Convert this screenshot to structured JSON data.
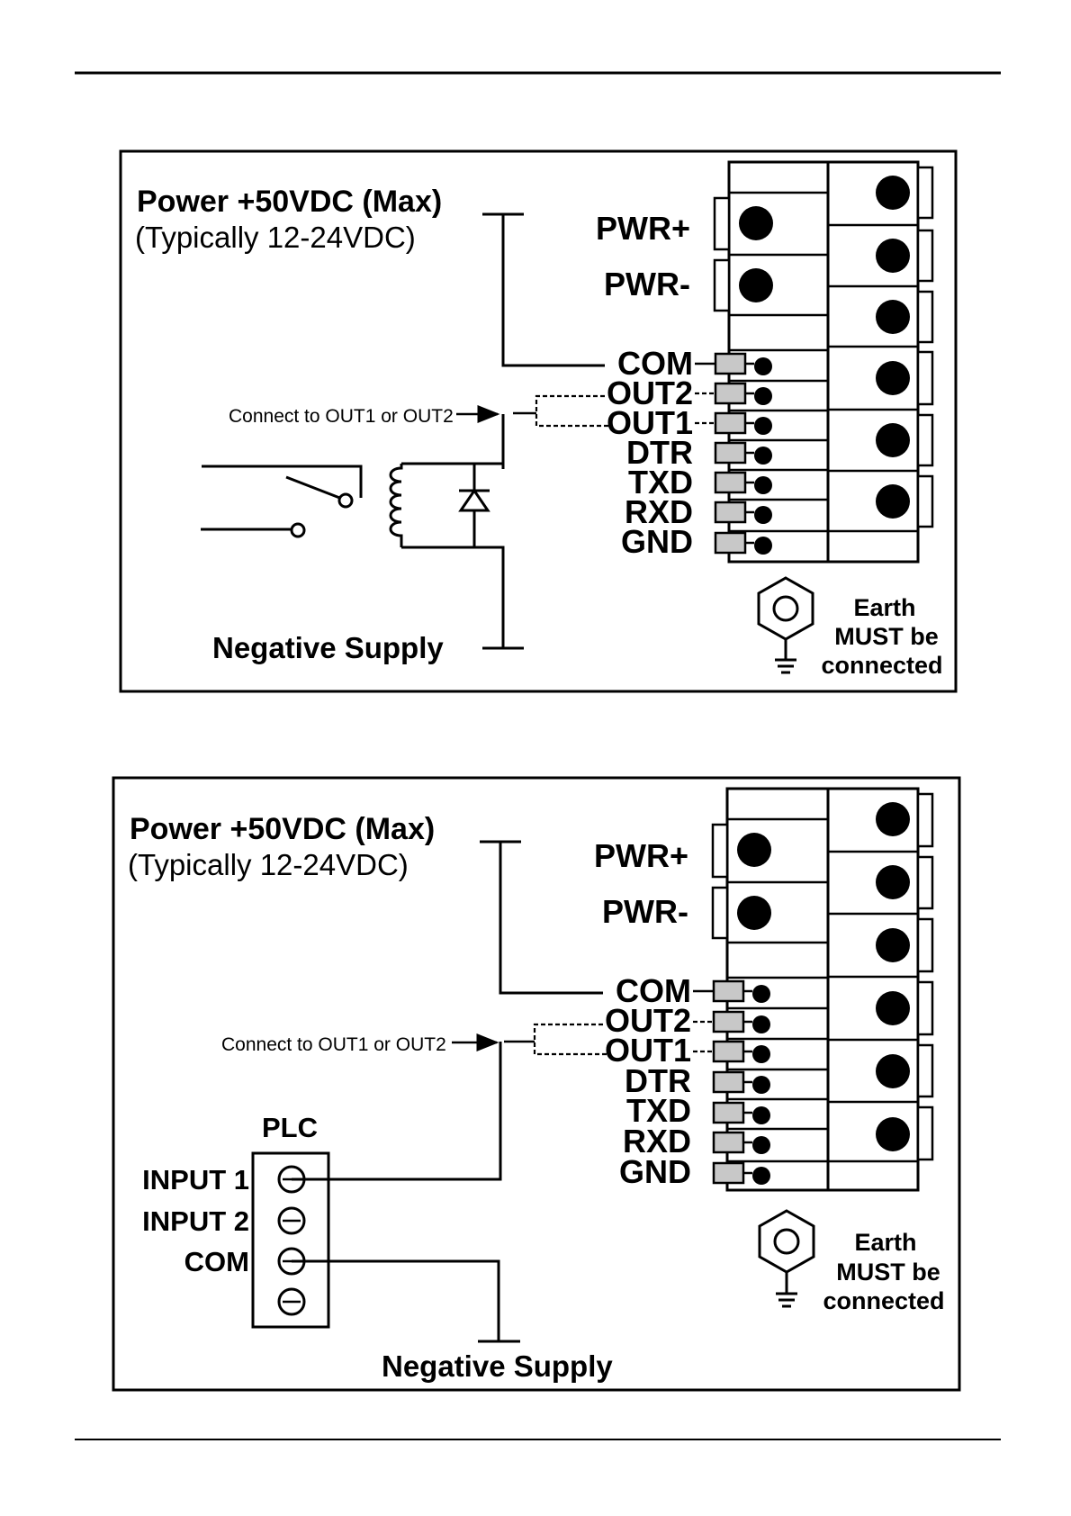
{
  "diagram1": {
    "title": "Power +50VDC (Max)",
    "subtitle": "(Typically 12-24VDC)",
    "pwr_plus": "PWR+",
    "pwr_minus": "PWR-",
    "pins": [
      "COM",
      "OUT2",
      "OUT1",
      "DTR",
      "TXD",
      "RXD",
      "GND"
    ],
    "connect_note": "Connect to OUT1 or OUT2",
    "negative_supply": "Negative Supply",
    "earth_lines": [
      "Earth",
      "MUST be",
      "connected"
    ]
  },
  "diagram2": {
    "title": "Power +50VDC (Max)",
    "subtitle": "(Typically 12-24VDC)",
    "pwr_plus": "PWR+",
    "pwr_minus": "PWR-",
    "pins": [
      "COM",
      "OUT2",
      "OUT1",
      "DTR",
      "TXD",
      "RXD",
      "GND"
    ],
    "connect_note": "Connect to OUT1 or OUT2",
    "negative_supply": "Negative Supply",
    "earth_lines": [
      "Earth",
      "MUST be",
      "connected"
    ],
    "plc_title": "PLC",
    "plc_inputs": [
      "INPUT 1",
      "INPUT 2",
      "COM"
    ]
  }
}
